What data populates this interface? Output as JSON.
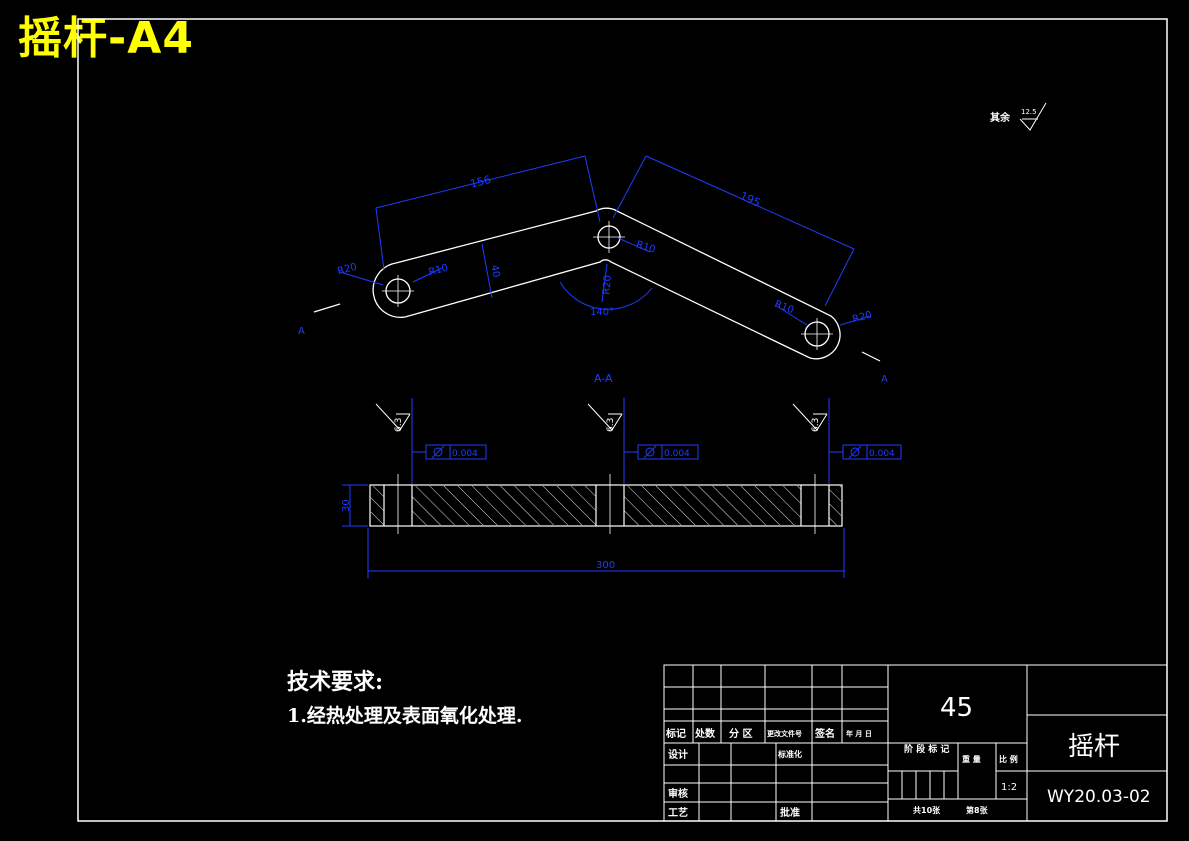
{
  "header": {
    "title": "摇杆-A4",
    "title_color": "#ffff00"
  },
  "colors": {
    "outline": "#ffffff",
    "dimension": "#1e3cff",
    "background": "#000000"
  },
  "drawing": {
    "roughness_note_label": "其余",
    "roughness_note_value": "12.5",
    "dims": {
      "len_left": "156",
      "len_right": "195",
      "width": "40",
      "r20_left": "R20",
      "r10_left": "R10",
      "r10_mid": "R10",
      "r20_mid": "R20",
      "angle": "140°",
      "r10_right": "R10",
      "r20_right": "R20",
      "thickness": "30",
      "total_length": "300"
    },
    "section_marks": {
      "left": "A",
      "right": "A",
      "section_label": "A-A"
    },
    "roughness_values": [
      "6.3",
      "6.3",
      "6.3"
    ],
    "tolerance_values": [
      "0.004",
      "0.004",
      "0.004"
    ]
  },
  "tech_requirements": {
    "title": "技术要求:",
    "items": [
      "1.经热处理及表面氧化处理."
    ]
  },
  "title_block": {
    "material": "45",
    "part_name": "摇杆",
    "drawing_number": "WY20.03-02",
    "scale": "1:2",
    "labels": {
      "mark": "标记",
      "count": "处数",
      "zone": "分 区",
      "change_doc": "更改文件号",
      "signature": "签名",
      "date": "年 月 日",
      "design": "设计",
      "standardize": "标准化",
      "review": "审核",
      "process": "工艺",
      "approve": "批准",
      "stage_mark": "阶 段 标 记",
      "weight": "重 量",
      "scale": "比 例",
      "sheets_total": "共10张",
      "sheet_no": "第8张"
    }
  }
}
